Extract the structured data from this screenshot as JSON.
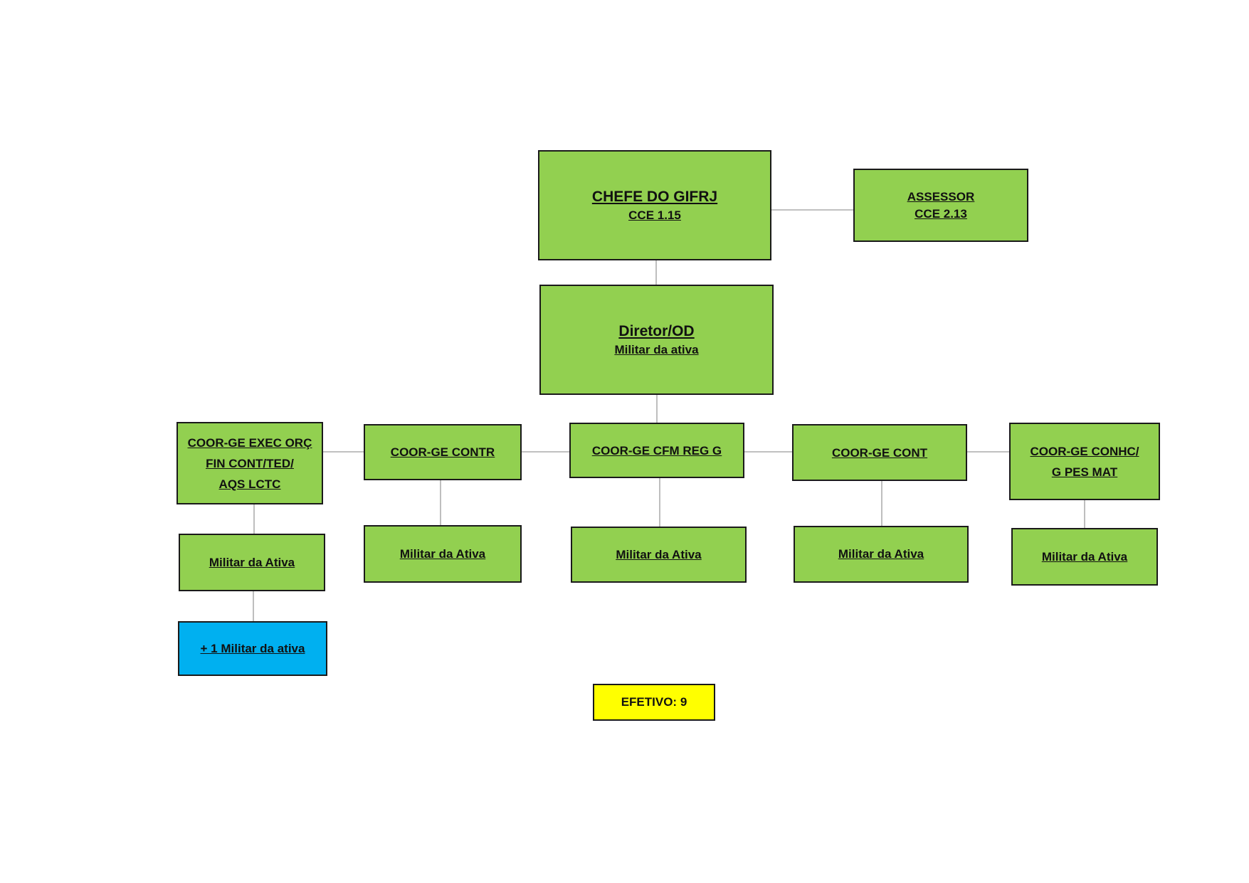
{
  "chart": {
    "chefe": {
      "title": "CHEFE DO GIFRJ",
      "sub": "CCE 1.15"
    },
    "assessor": {
      "title": "ASSESSOR",
      "sub": "CCE 2.13"
    },
    "diretor": {
      "title": "Diretor/OD",
      "sub": "Militar da ativa"
    },
    "coordinations": [
      {
        "lines": [
          "COOR-GE EXEC ORÇ",
          "FIN CONT/TED/",
          "AQS LCTC"
        ],
        "staff": "Militar da Ativa",
        "extra": "+ 1 Militar da ativa"
      },
      {
        "lines": [
          "COOR-GE CONTR"
        ],
        "staff": "Militar da Ativa"
      },
      {
        "lines": [
          "COOR-GE CFM REG G"
        ],
        "staff": "Militar da Ativa"
      },
      {
        "lines": [
          "COOR-GE CONT"
        ],
        "staff": "Militar da Ativa"
      },
      {
        "lines": [
          "COOR-GE CONHC/",
          "G PES MAT"
        ],
        "staff": "Militar da Ativa"
      }
    ],
    "efetivo": "EFETIVO: 9"
  },
  "colors": {
    "box_green": "#92d050",
    "box_blue": "#00b0f0",
    "box_yellow": "#ffff00",
    "connector": "#9a9a9a"
  }
}
